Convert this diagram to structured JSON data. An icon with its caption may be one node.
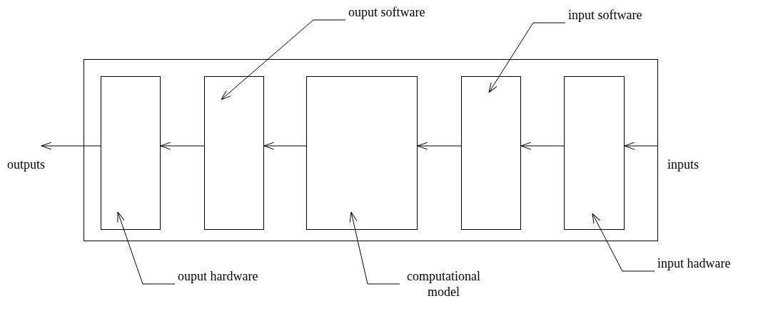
{
  "diagram": {
    "nodes": [
      {
        "text": [],
        "shape": "box"
      },
      {
        "text": [],
        "shape": "box",
        "in": 0
      },
      {
        "text": [],
        "shape": "box",
        "in": 0
      },
      {
        "text": [],
        "shape": "box",
        "in": 0
      },
      {
        "text": [],
        "shape": "box",
        "in": 0
      },
      {
        "text": [],
        "shape": "box",
        "in": 0
      },
      {
        "text": [
          "ouput software"
        ]
      },
      {
        "text": [
          "input software"
        ]
      },
      {
        "text": [
          "ouput hardware"
        ]
      },
      {
        "text": [
          "computational model"
        ]
      },
      {
        "text": [
          "input hadware"
        ]
      }
    ],
    "edges": [
      {
        "from": null,
        "to": 5,
        "arrow": "to"
      },
      {
        "from": 5,
        "to": 4,
        "arrow": "to"
      },
      {
        "from": 4,
        "to": 3,
        "arrow": "to"
      },
      {
        "from": 3,
        "to": 2,
        "arrow": "to"
      },
      {
        "from": 2,
        "to": 1,
        "arrow": "to"
      },
      {
        "from": 1,
        "to": null,
        "arrow": "to"
      },
      {
        "from": 6,
        "to": 2,
        "arrow": "to"
      },
      {
        "from": 7,
        "to": 4,
        "arrow": "to"
      },
      {
        "from": 8,
        "to": 1,
        "arrow": "to"
      },
      {
        "from": 9,
        "to": 3,
        "arrow": "to"
      },
      {
        "from": 10,
        "to": 5,
        "arrow": "to"
      }
    ],
    "labels": [
      "outputs",
      "inputs"
    ]
  }
}
